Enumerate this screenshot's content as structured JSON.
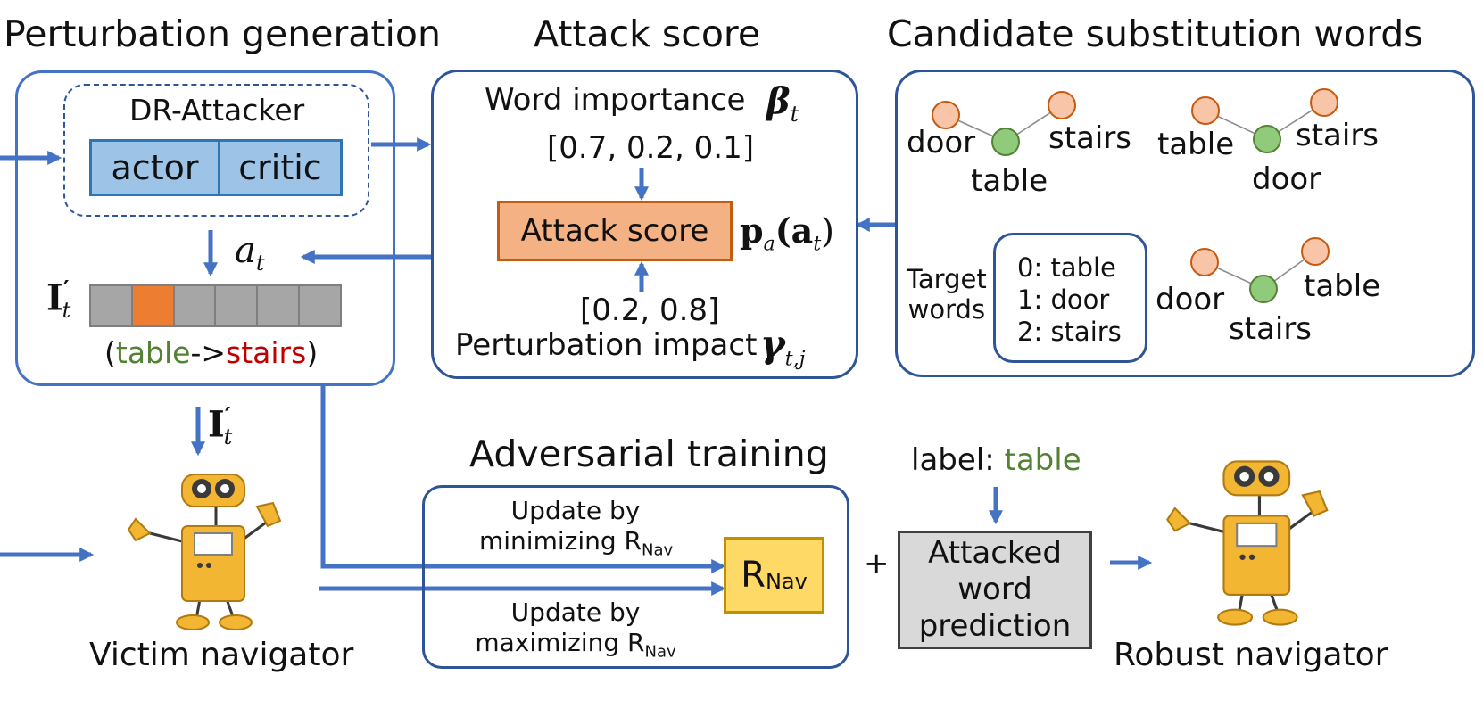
{
  "colors": {
    "arrow": "#4472c4",
    "panel_border": "#2e5597",
    "actor_fill": "#9dc3e6",
    "attack_fill": "#f4b183",
    "perturb_fill": "#ed7d31",
    "cell_fill": "#a6a6a6",
    "green_node": "#8fcb7a",
    "orange_node": "#f8c5a8",
    "r_nav_fill": "#ffd966",
    "prediction_fill": "#d9d9d9",
    "green_text": "#548235",
    "red_text": "#c00000"
  },
  "perturbation": {
    "title": "Perturbation generation",
    "dr_attacker_label": "DR-Attacker",
    "actor_label": "actor",
    "critic_label": "critic",
    "action_symbol": "a",
    "action_subscript": "t",
    "instruction_symbol": "I",
    "instruction_prime": "′",
    "instruction_subscript": "t",
    "paren_open": "(",
    "from_word": "table",
    "arrow_text": "->",
    "to_word": "stairs",
    "paren_close": ")"
  },
  "attack_score": {
    "title": "Attack score",
    "word_importance_label": "Word importance",
    "beta_symbol": "β",
    "beta_subscript": "t",
    "word_importance_values": "[0.7, 0.2, 0.1]",
    "box_label": "Attack score",
    "p_symbol": "p",
    "p_subscript": "a",
    "p_arg": "(a",
    "p_arg_subscript": "t",
    "p_arg_close": ")",
    "impact_values": "[0.2, 0.8]",
    "impact_label": "Perturbation impact",
    "gamma_symbol": "γ",
    "gamma_subscript": "t,j"
  },
  "candidates": {
    "title": "Candidate substitution words",
    "graph1": {
      "left": "door",
      "center": "table",
      "right": "stairs"
    },
    "graph2": {
      "left": "table",
      "center": "door",
      "right": "stairs"
    },
    "graph3": {
      "left": "door",
      "center": "stairs",
      "right": "table"
    },
    "target_label_line1": "Target",
    "target_label_line2": "words",
    "target_list": [
      "0: table",
      "1: door",
      "2: stairs"
    ]
  },
  "victim": {
    "label": "Victim navigator",
    "input_symbol": "I",
    "input_prime": "′",
    "input_subscript": "t"
  },
  "adversarial": {
    "title": "Adversarial training",
    "update_min_line1": "Update by",
    "update_min_line2": "minimizing R",
    "update_min_sub": "Nav",
    "update_max_line1": "Update by",
    "update_max_line2": "maximizing R",
    "update_max_sub": "Nav",
    "r_box_main": "R",
    "r_box_sub": "Nav"
  },
  "prediction": {
    "plus": "+",
    "label_prefix": "label: ",
    "label_word": "table",
    "box_line1": "Attacked",
    "box_line2": "word",
    "box_line3": "prediction"
  },
  "robust": {
    "label": "Robust navigator"
  }
}
